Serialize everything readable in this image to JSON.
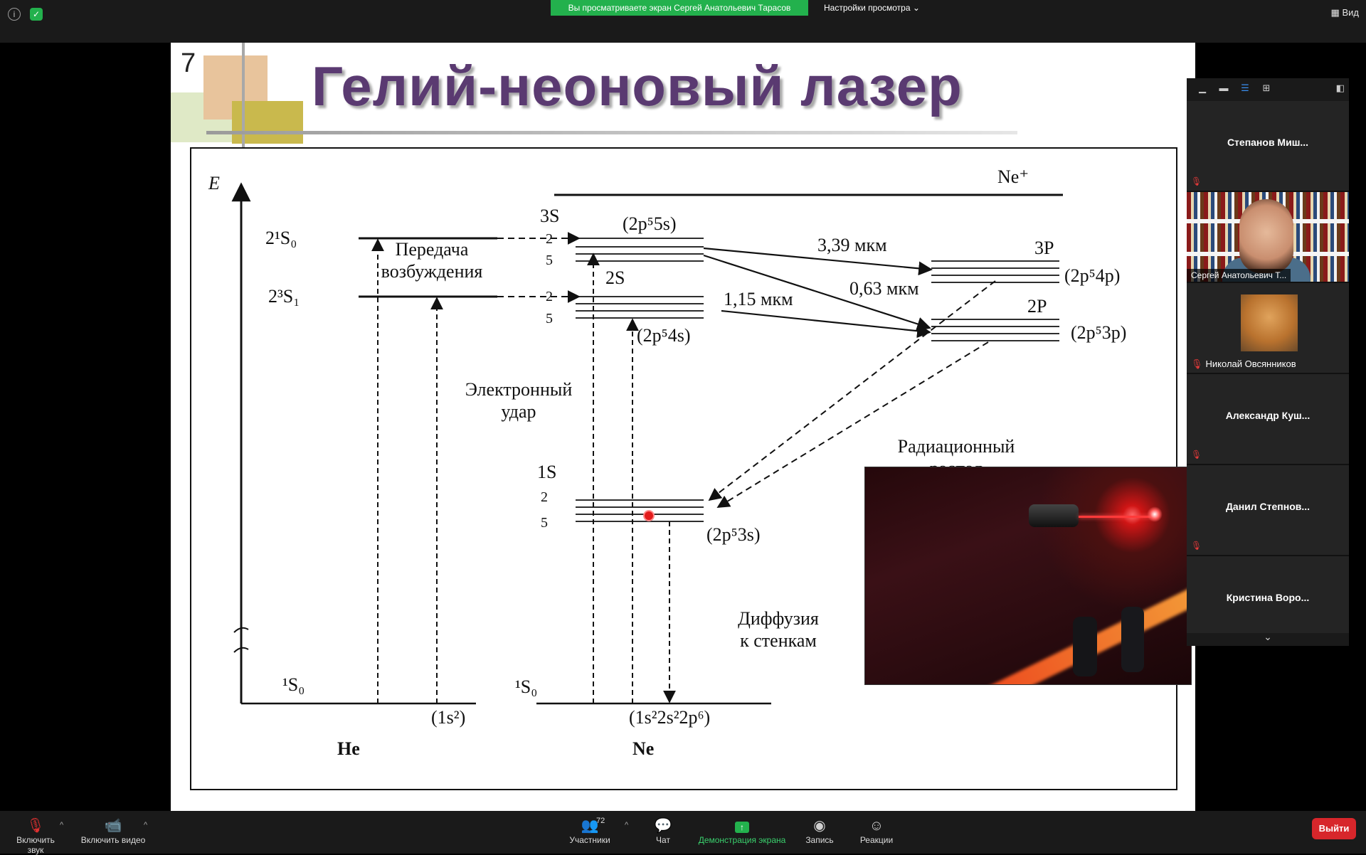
{
  "top_bar": {
    "share_banner": "Вы просматриваете экран Сергей Анатольевич Тарасов",
    "view_options": "Настройки просмотра",
    "view_button": "Вид",
    "icons": [
      "info-icon",
      "shield-icon"
    ]
  },
  "slide": {
    "number": "7",
    "title": "Гелий-неоновый лазер",
    "diagram": {
      "axis_label": "E",
      "he_levels": {
        "upper": "2¹S₀",
        "lower": "2³S₁",
        "ground": "¹S₀",
        "ground_config": "(1s²)",
        "atom": "He"
      },
      "ne_levels": {
        "ion": "Ne⁺",
        "s3": "3S",
        "s3_config": "(2p⁵5s)",
        "s2": "2S",
        "s2_config": "(2p⁵4s)",
        "s1": "1S",
        "s1_config": "(2p⁵3s)",
        "p3": "3P",
        "p3_config": "(2p⁵4p)",
        "p2": "2P",
        "p2_config": "(2p⁵3p)",
        "ground": "¹S₀",
        "ground_config": "(1s²2s²2p⁶)",
        "atom": "Ne",
        "sublevel_2": "2",
        "sublevel_5": "5"
      },
      "labels": {
        "transfer": [
          "Передача",
          "возбуждения"
        ],
        "impact": [
          "Электронный",
          "удар"
        ],
        "decay": [
          "Радиационный",
          "распад"
        ],
        "diffusion": [
          "Диффузия",
          "к стенкам"
        ]
      },
      "wavelengths": {
        "w339": "3,39 мкм",
        "w063": "0,63 мкм",
        "w115": "1,15 мкм"
      }
    }
  },
  "participants": {
    "toolbar_icons": [
      "minimize-icon",
      "single-view-icon",
      "strip-view-icon",
      "grid-view-icon",
      "popout-icon"
    ],
    "tiles": [
      {
        "name": "Степанов  Миш..."
      },
      {
        "name": "Сергей Анатольевич Т..."
      },
      {
        "name": "Николай Овсянников"
      },
      {
        "name": "Александр  Куш..."
      },
      {
        "name": "Данил  Степнов..."
      },
      {
        "name": "Кристина  Воро..."
      }
    ]
  },
  "bottom_bar": {
    "mic_label": "Включить звук",
    "video_label": "Включить видео",
    "participants_label": "Участники",
    "participants_count": "72",
    "chat_label": "Чат",
    "share_label": "Демонстрация экрана",
    "record_label": "Запись",
    "reactions_label": "Реакции",
    "exit_label": "Выйти"
  }
}
